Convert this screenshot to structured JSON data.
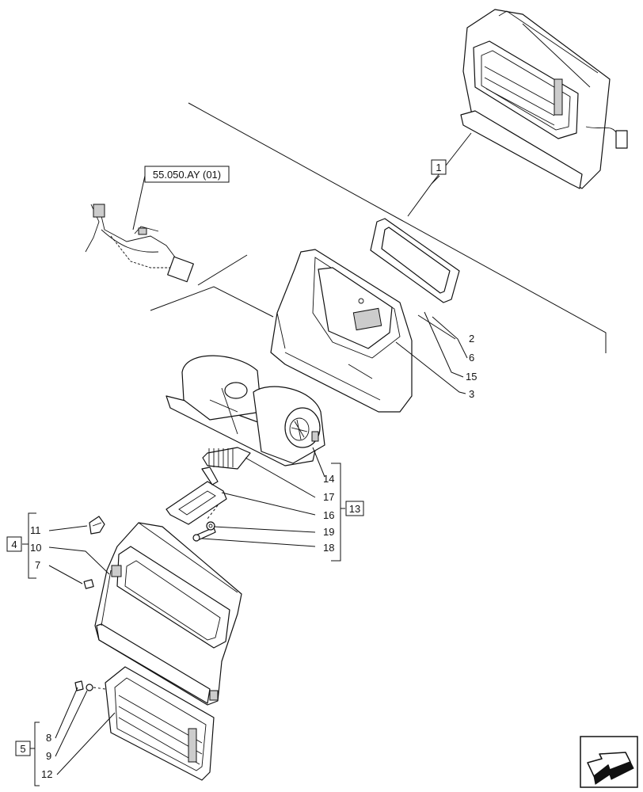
{
  "reference": "55.050.AY (01)",
  "callouts": {
    "c1": "1",
    "c2": "2",
    "c3": "3",
    "c4": "4",
    "c5": "5",
    "c6": "6",
    "c7": "7",
    "c8": "8",
    "c9": "9",
    "c10": "10",
    "c11": "11",
    "c12": "12",
    "c13": "13",
    "c14": "14",
    "c15": "15",
    "c16": "16",
    "c17": "17",
    "c18": "18",
    "c19": "19"
  },
  "nav_icon": "arrow-icon"
}
